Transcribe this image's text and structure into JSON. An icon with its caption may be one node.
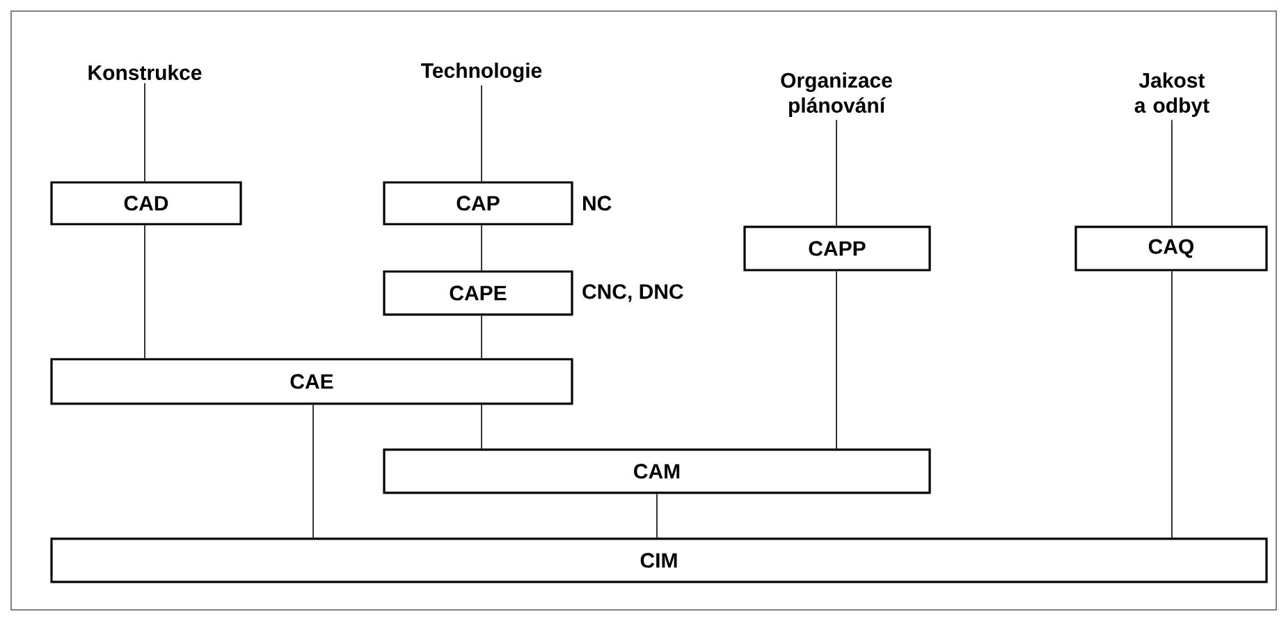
{
  "diagram": {
    "nodes": [
      {
        "text": [
          "Konstrukce"
        ]
      },
      {
        "text": [
          "Technologie"
        ]
      },
      {
        "text": [
          "Organizace plánování"
        ]
      },
      {
        "text": [
          "Jakost a odbyt"
        ]
      },
      {
        "text": [
          "CAD"
        ]
      },
      {
        "text": [
          "CAP"
        ],
        "beside": [
          "NC"
        ]
      },
      {
        "text": [
          "CAPE"
        ],
        "beside": [
          "CNC, DNC"
        ]
      },
      {
        "text": [
          "CAPP"
        ]
      },
      {
        "text": [
          "CAQ"
        ]
      },
      {
        "text": [
          "CAE"
        ]
      },
      {
        "text": [
          "CAM"
        ]
      },
      {
        "text": [
          "CIM"
        ]
      }
    ],
    "edges": [
      {
        "from": 0,
        "to": 4,
        "arrow": "none"
      },
      {
        "from": 1,
        "to": 5,
        "arrow": "none"
      },
      {
        "from": 5,
        "to": 6,
        "arrow": "none"
      },
      {
        "from": 2,
        "to": 7,
        "arrow": "none"
      },
      {
        "from": 3,
        "to": 8,
        "arrow": "none"
      },
      {
        "from": 4,
        "to": 9,
        "arrow": "none"
      },
      {
        "from": 6,
        "to": 9,
        "arrow": "none"
      },
      {
        "from": 9,
        "to": 10,
        "arrow": "none"
      },
      {
        "from": 7,
        "to": 10,
        "arrow": "none"
      },
      {
        "from": 9,
        "to": 11,
        "arrow": "none"
      },
      {
        "from": 10,
        "to": 11,
        "arrow": "none"
      },
      {
        "from": 8,
        "to": 11,
        "arrow": "none"
      }
    ]
  }
}
